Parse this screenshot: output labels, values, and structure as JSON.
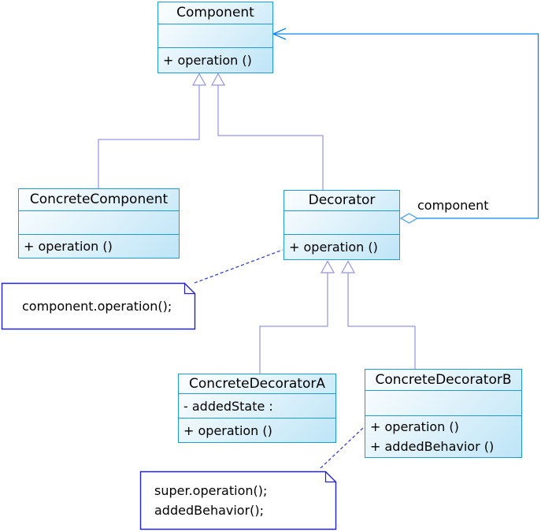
{
  "colors": {
    "box_border": "#1e9ad6",
    "box_gradient_start": "#fcfeff",
    "box_gradient_end": "#bee5f7",
    "generalization_line": "#9494e2",
    "association_line": "#0984f2",
    "aggregation_diamond_stroke": "#55a3e6",
    "note_border": "#2222cc",
    "note_anchor_line": "#2233cc",
    "text": "#000000"
  },
  "classes": {
    "component": {
      "name": "Component",
      "operations": [
        "+ operation ()"
      ]
    },
    "concrete_component": {
      "name": "ConcreteComponent",
      "operations": [
        "+ operation ()"
      ]
    },
    "decorator": {
      "name": "Decorator",
      "operations": [
        "+ operation ()"
      ]
    },
    "concrete_decorator_a": {
      "name": "ConcreteDecoratorA",
      "attributes": [
        "- addedState :"
      ],
      "operations": [
        "+ operation ()"
      ]
    },
    "concrete_decorator_b": {
      "name": "ConcreteDecoratorB",
      "operations": [
        "+ operation ()",
        "+ addedBehavior ()"
      ]
    }
  },
  "notes": {
    "decorator_note": {
      "lines": [
        "component.operation();"
      ]
    },
    "concrete_decorator_b_note": {
      "lines": [
        "super.operation();",
        "addedBehavior();"
      ]
    }
  },
  "labels": {
    "association_role": "component"
  }
}
